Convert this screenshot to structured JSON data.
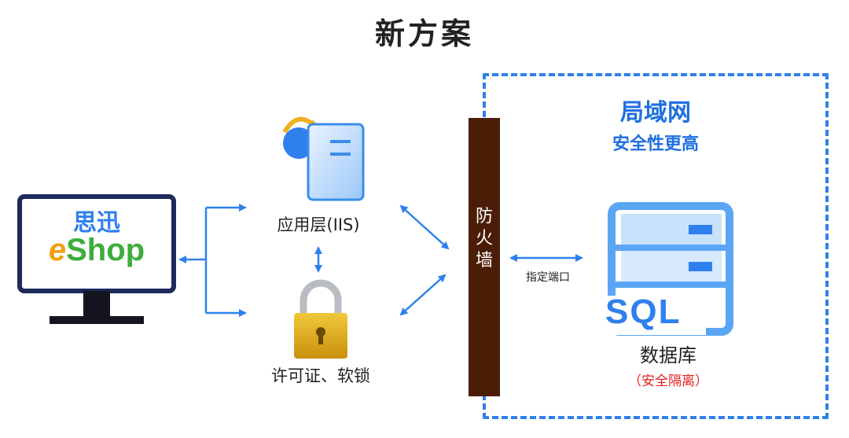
{
  "title": "新方案",
  "client": {
    "brand_cn": "思迅",
    "brand_en_e": "e",
    "brand_en_rest": "Shop"
  },
  "app_layer": {
    "label": "应用层(IIS)"
  },
  "license": {
    "label": "许可证、软锁"
  },
  "firewall": {
    "chars": [
      "防",
      "火",
      "墙"
    ]
  },
  "port": {
    "label": "指定端口"
  },
  "lan": {
    "title": "局域网",
    "subtitle": "安全性更高"
  },
  "database": {
    "badge": "SQL",
    "label": "数据库",
    "sublabel": "（安全隔离）"
  },
  "colors": {
    "accent": "#2f80ed",
    "firewall": "#4b1d06",
    "warning": "#e82020",
    "brand_green": "#3cad3a"
  }
}
